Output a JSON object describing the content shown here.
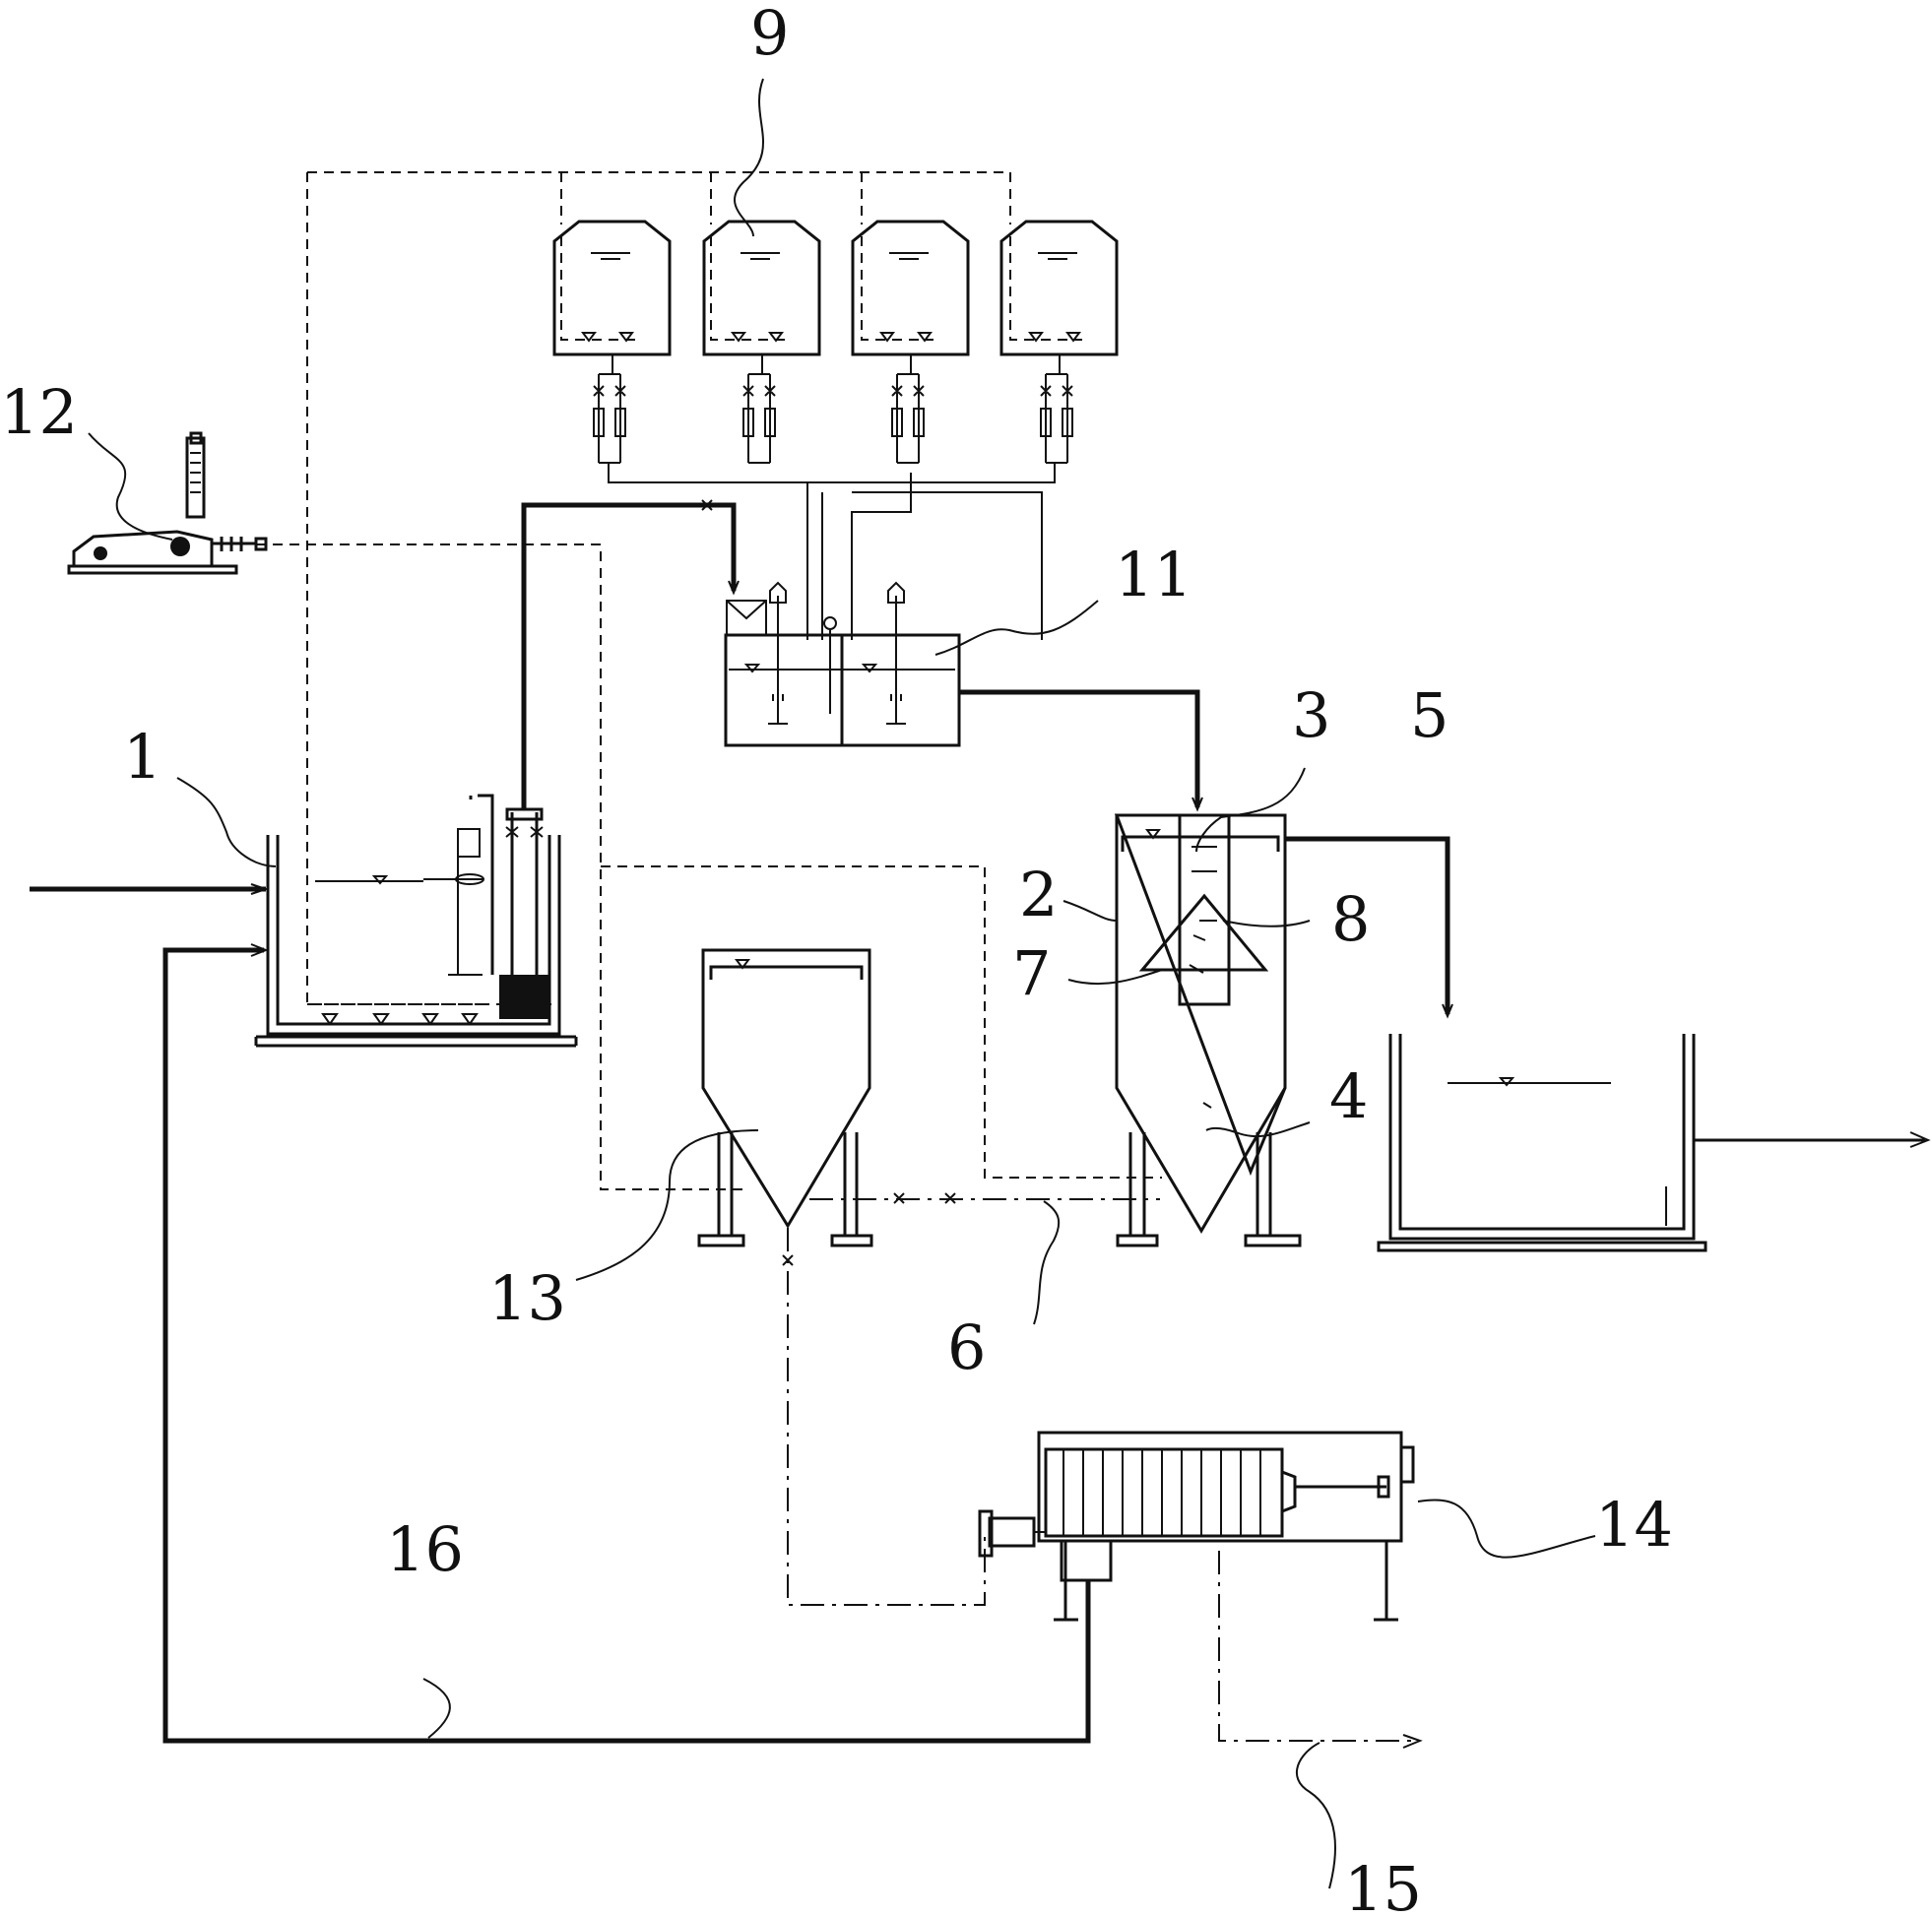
{
  "labels": {
    "l1": "1",
    "l2": "2",
    "l3": "3",
    "l4": "4",
    "l5": "5",
    "l6": "6",
    "l7": "7",
    "l8": "8",
    "l9": "9",
    "l11": "11",
    "l12": "12",
    "l13": "13",
    "l14": "14",
    "l15": "15",
    "l16": "16"
  }
}
